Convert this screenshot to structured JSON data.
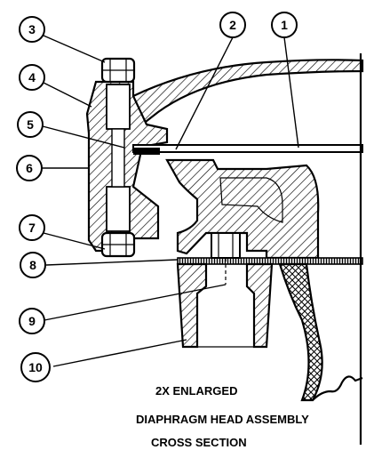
{
  "callouts": [
    "1",
    "2",
    "3",
    "4",
    "5",
    "6",
    "7",
    "8",
    "9",
    "10"
  ],
  "caption": {
    "line1": "2X ENLARGED",
    "line2": "DIAPHRAGM HEAD ASSEMBLY",
    "line3": "CROSS SECTION"
  }
}
